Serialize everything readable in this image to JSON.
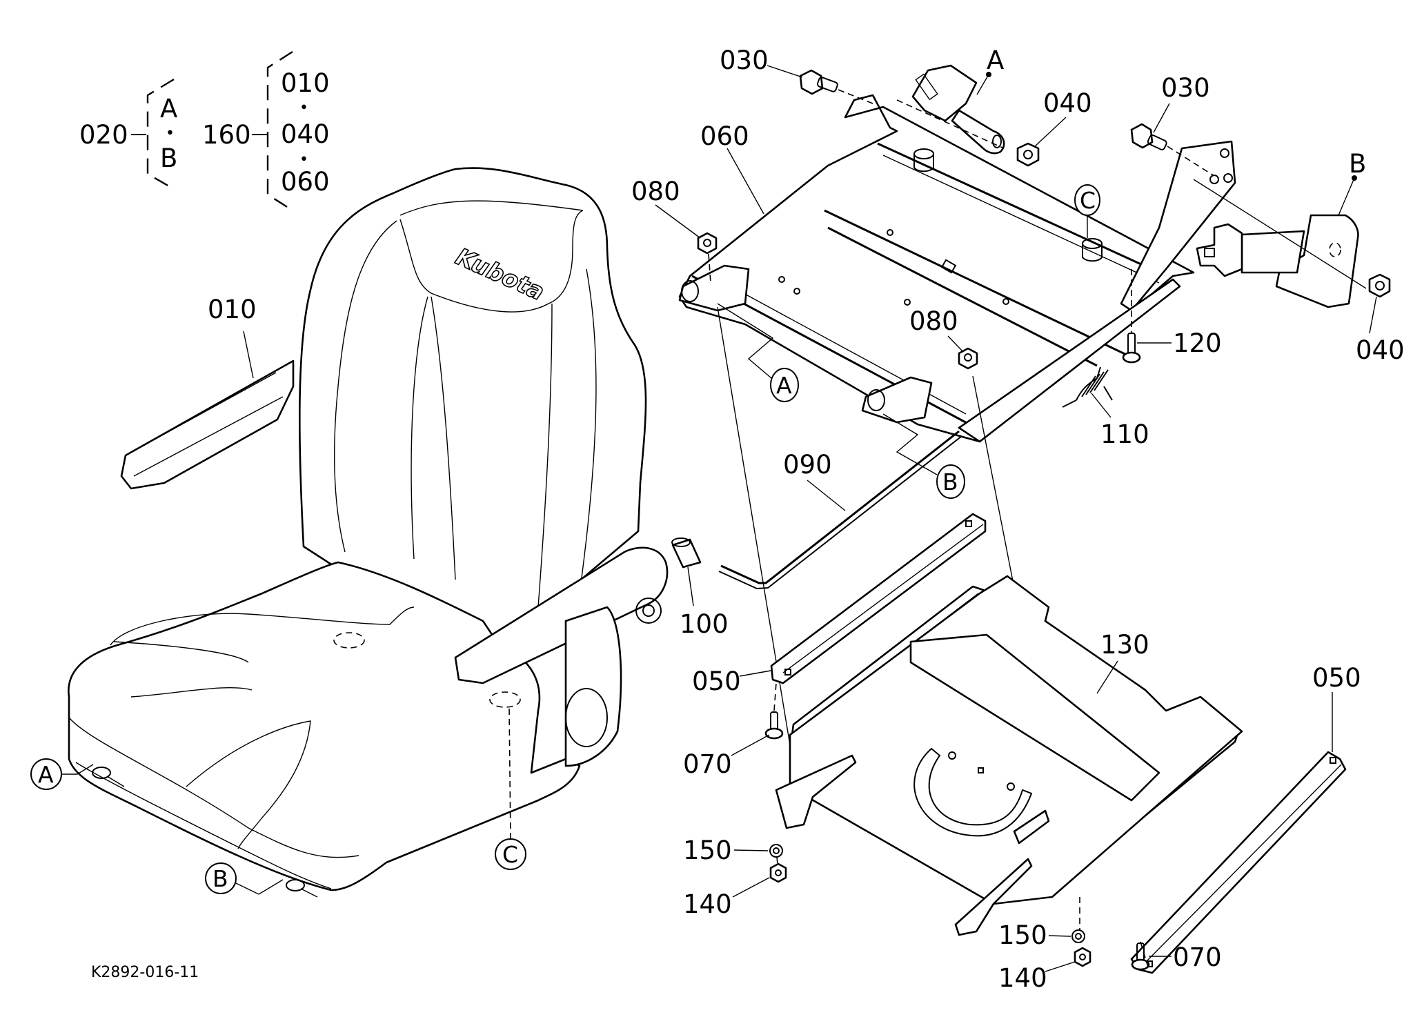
{
  "drawing": {
    "code": "K2892-016-11",
    "brand_mark": "Kubota"
  },
  "assembly_notes": [
    {
      "part": "020",
      "includes": [
        "A",
        "B"
      ],
      "separator": "•"
    },
    {
      "part": "160",
      "includes": [
        "010",
        "040",
        "060"
      ],
      "separator": "•"
    }
  ],
  "part_labels": {
    "p010": "010",
    "p030_left": "030",
    "p030_right": "030",
    "p040_top": "040",
    "p040_right": "040",
    "p050_left": "050",
    "p050_right": "050",
    "p060": "060",
    "p070_left": "070",
    "p070_right": "070",
    "p080_left": "080",
    "p080_mid": "080",
    "p090": "090",
    "p100": "100",
    "p110": "110",
    "p120": "120",
    "p130": "130",
    "p140_left": "140",
    "p140_right": "140",
    "p150_left": "150",
    "p150_right": "150"
  },
  "callouts": {
    "belt_a": "A",
    "belt_b": "B",
    "ref_a_frame": "A",
    "ref_b_frame": "B",
    "ref_c_frame": "C",
    "ref_a_seat": "A",
    "ref_b_seat": "B",
    "ref_c_seat": "C"
  }
}
